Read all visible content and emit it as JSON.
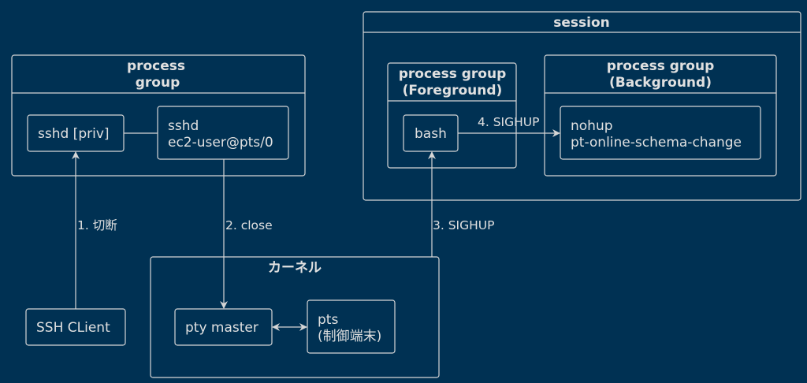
{
  "colors": {
    "background": "#003153",
    "stroke": "#d6d6d6",
    "text": "#e0e0e0"
  },
  "packages": {
    "process_group_left": {
      "title_line1": "process",
      "title_line2": "group"
    },
    "session": {
      "title": "session"
    },
    "foreground": {
      "title_line1": "process group",
      "title_line2": "(Foreground)"
    },
    "background": {
      "title_line1": "process group",
      "title_line2": "(Background)"
    },
    "kernel": {
      "title": "カーネル"
    }
  },
  "nodes": {
    "sshd_priv": "sshd [priv]",
    "sshd_user": {
      "line1": "sshd",
      "line2": "ec2-user@pts/0"
    },
    "bash": "bash",
    "nohup": {
      "line1": "nohup",
      "line2": "pt-online-schema-change"
    },
    "ssh_client": "SSH CLient",
    "pty_master": "pty master",
    "pts": {
      "line1": "pts",
      "line2": "(制御端末)"
    }
  },
  "edges": {
    "disconnect": "1. 切断",
    "close": "2. close",
    "sighup_3": "3. SIGHUP",
    "sighup_4": "4. SIGHUP"
  }
}
